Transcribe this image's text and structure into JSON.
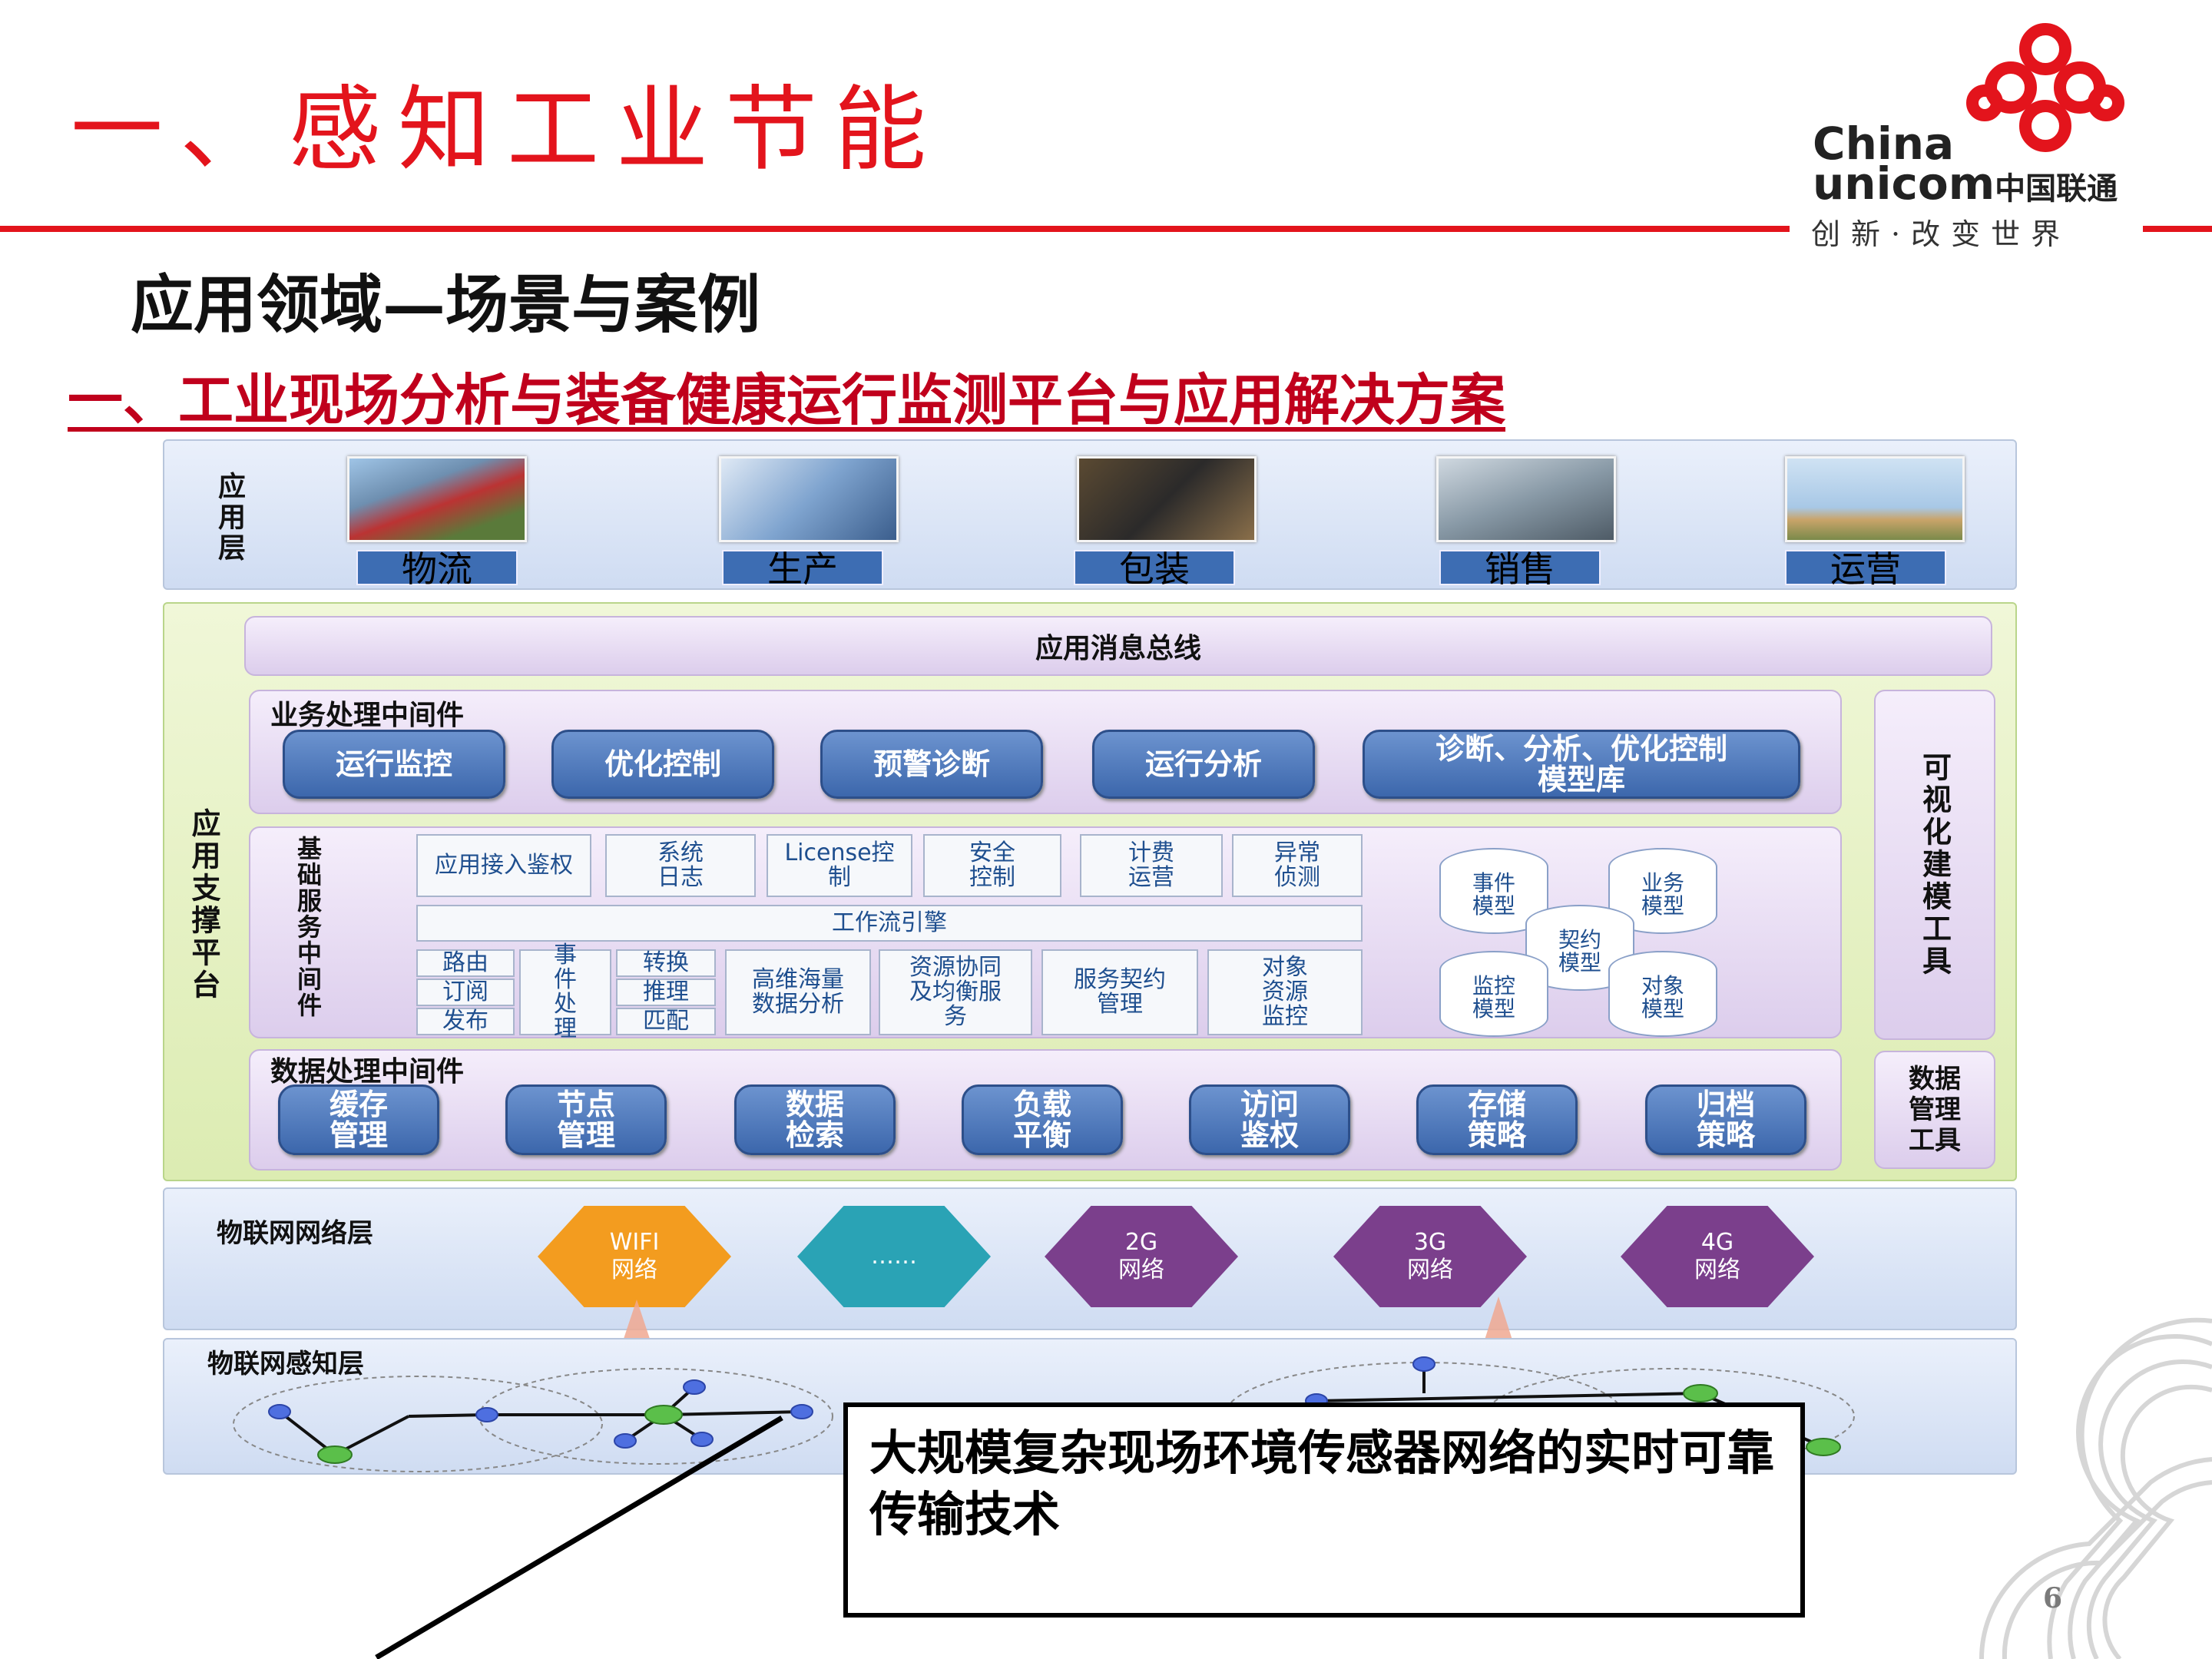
{
  "slide": {
    "title": "一、感知工业节能",
    "subtitle": "应用领域—场景与案例",
    "section_heading": "一、工业现场分析与装备健康运行监测平台与应用解决方案",
    "page_number": "6"
  },
  "brand": {
    "name_line1": "China",
    "name_line2": "unicom",
    "name_cn": "中国联通",
    "slogan": "创新·改变世界",
    "color": "#e3141c"
  },
  "diagram": {
    "app_layer": {
      "label": "应用层",
      "items": [
        "物流",
        "生产",
        "包装",
        "销售",
        "运营"
      ]
    },
    "support_platform": {
      "label": "应用支撑平台",
      "message_bus": "应用消息总线",
      "business_mw": {
        "label": "业务处理中间件",
        "items": [
          "运行监控",
          "优化控制",
          "预警诊断",
          "运行分析",
          "诊断、分析、优化控制模型库"
        ]
      },
      "basic_service": {
        "label": "基础服务中间件",
        "row1": [
          "应用接入鉴权",
          "系统日志",
          "License控制",
          "安全控制",
          "计费运营",
          "异常侦测"
        ],
        "workflow": "工作流引擎",
        "route": [
          "路由",
          "订阅",
          "发布"
        ],
        "event_proc": "事件处理",
        "convert": [
          "转换",
          "推理",
          "匹配"
        ],
        "row3": [
          "高维海量数据分析",
          "资源协同及均衡服务",
          "服务契约管理",
          "对象资源监控"
        ],
        "models": [
          "事件模型",
          "业务模型",
          "契约模型",
          "监控模型",
          "对象模型"
        ]
      },
      "data_mw": {
        "label": "数据处理中间件",
        "items": [
          "缓存管理",
          "节点管理",
          "数据检索",
          "负载平衡",
          "访问鉴权",
          "存储策略",
          "归档策略"
        ]
      },
      "viz_tool": "可视化建模工具",
      "data_tool": "数据管理工具"
    },
    "network_layer": {
      "label": "物联网网络层",
      "items": [
        {
          "top": "WIFI",
          "bottom": "网络",
          "color": "#f39c1f"
        },
        {
          "top": "……",
          "bottom": "",
          "color": "#2aa3b5"
        },
        {
          "top": "2G",
          "bottom": "网络",
          "color": "#7b3f8c"
        },
        {
          "top": "3G",
          "bottom": "网络",
          "color": "#7b3f8c"
        },
        {
          "top": "4G",
          "bottom": "网络",
          "color": "#7b3f8c"
        }
      ]
    },
    "sensing_layer": {
      "label": "物联网感知层"
    }
  },
  "callout": {
    "text": "大规模复杂现场环境传感器网络的实时可靠传输技术"
  }
}
